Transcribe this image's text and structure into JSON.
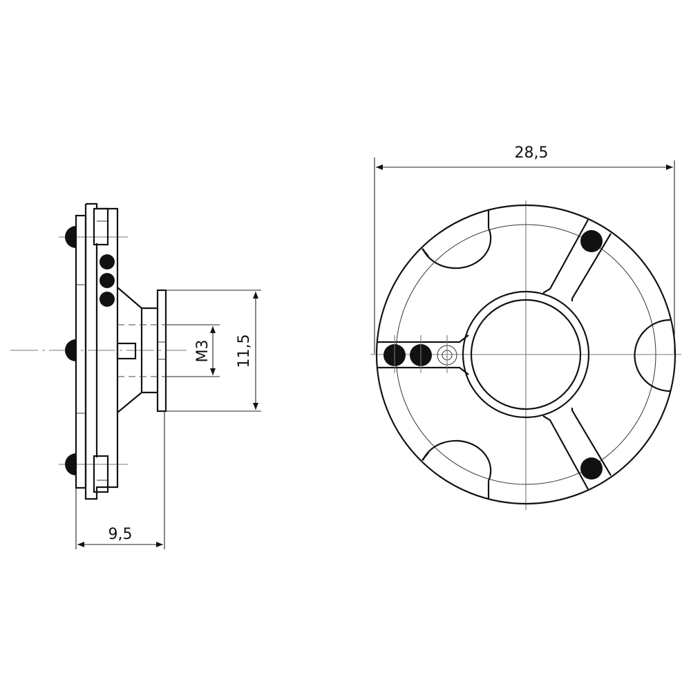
{
  "drawing": {
    "type": "technical-drawing",
    "units": "mm",
    "views": [
      {
        "name": "side-view",
        "description": "Side section view with stud"
      },
      {
        "name": "front-view",
        "description": "Circular front view with three spokes"
      }
    ]
  },
  "dimensions": {
    "overall_diameter": "28,5",
    "side_depth": "9,5",
    "flange_height": "11,5",
    "thread": "M3"
  },
  "colors": {
    "line": "#111111",
    "centerline": "#777777",
    "background": "#ffffff"
  }
}
